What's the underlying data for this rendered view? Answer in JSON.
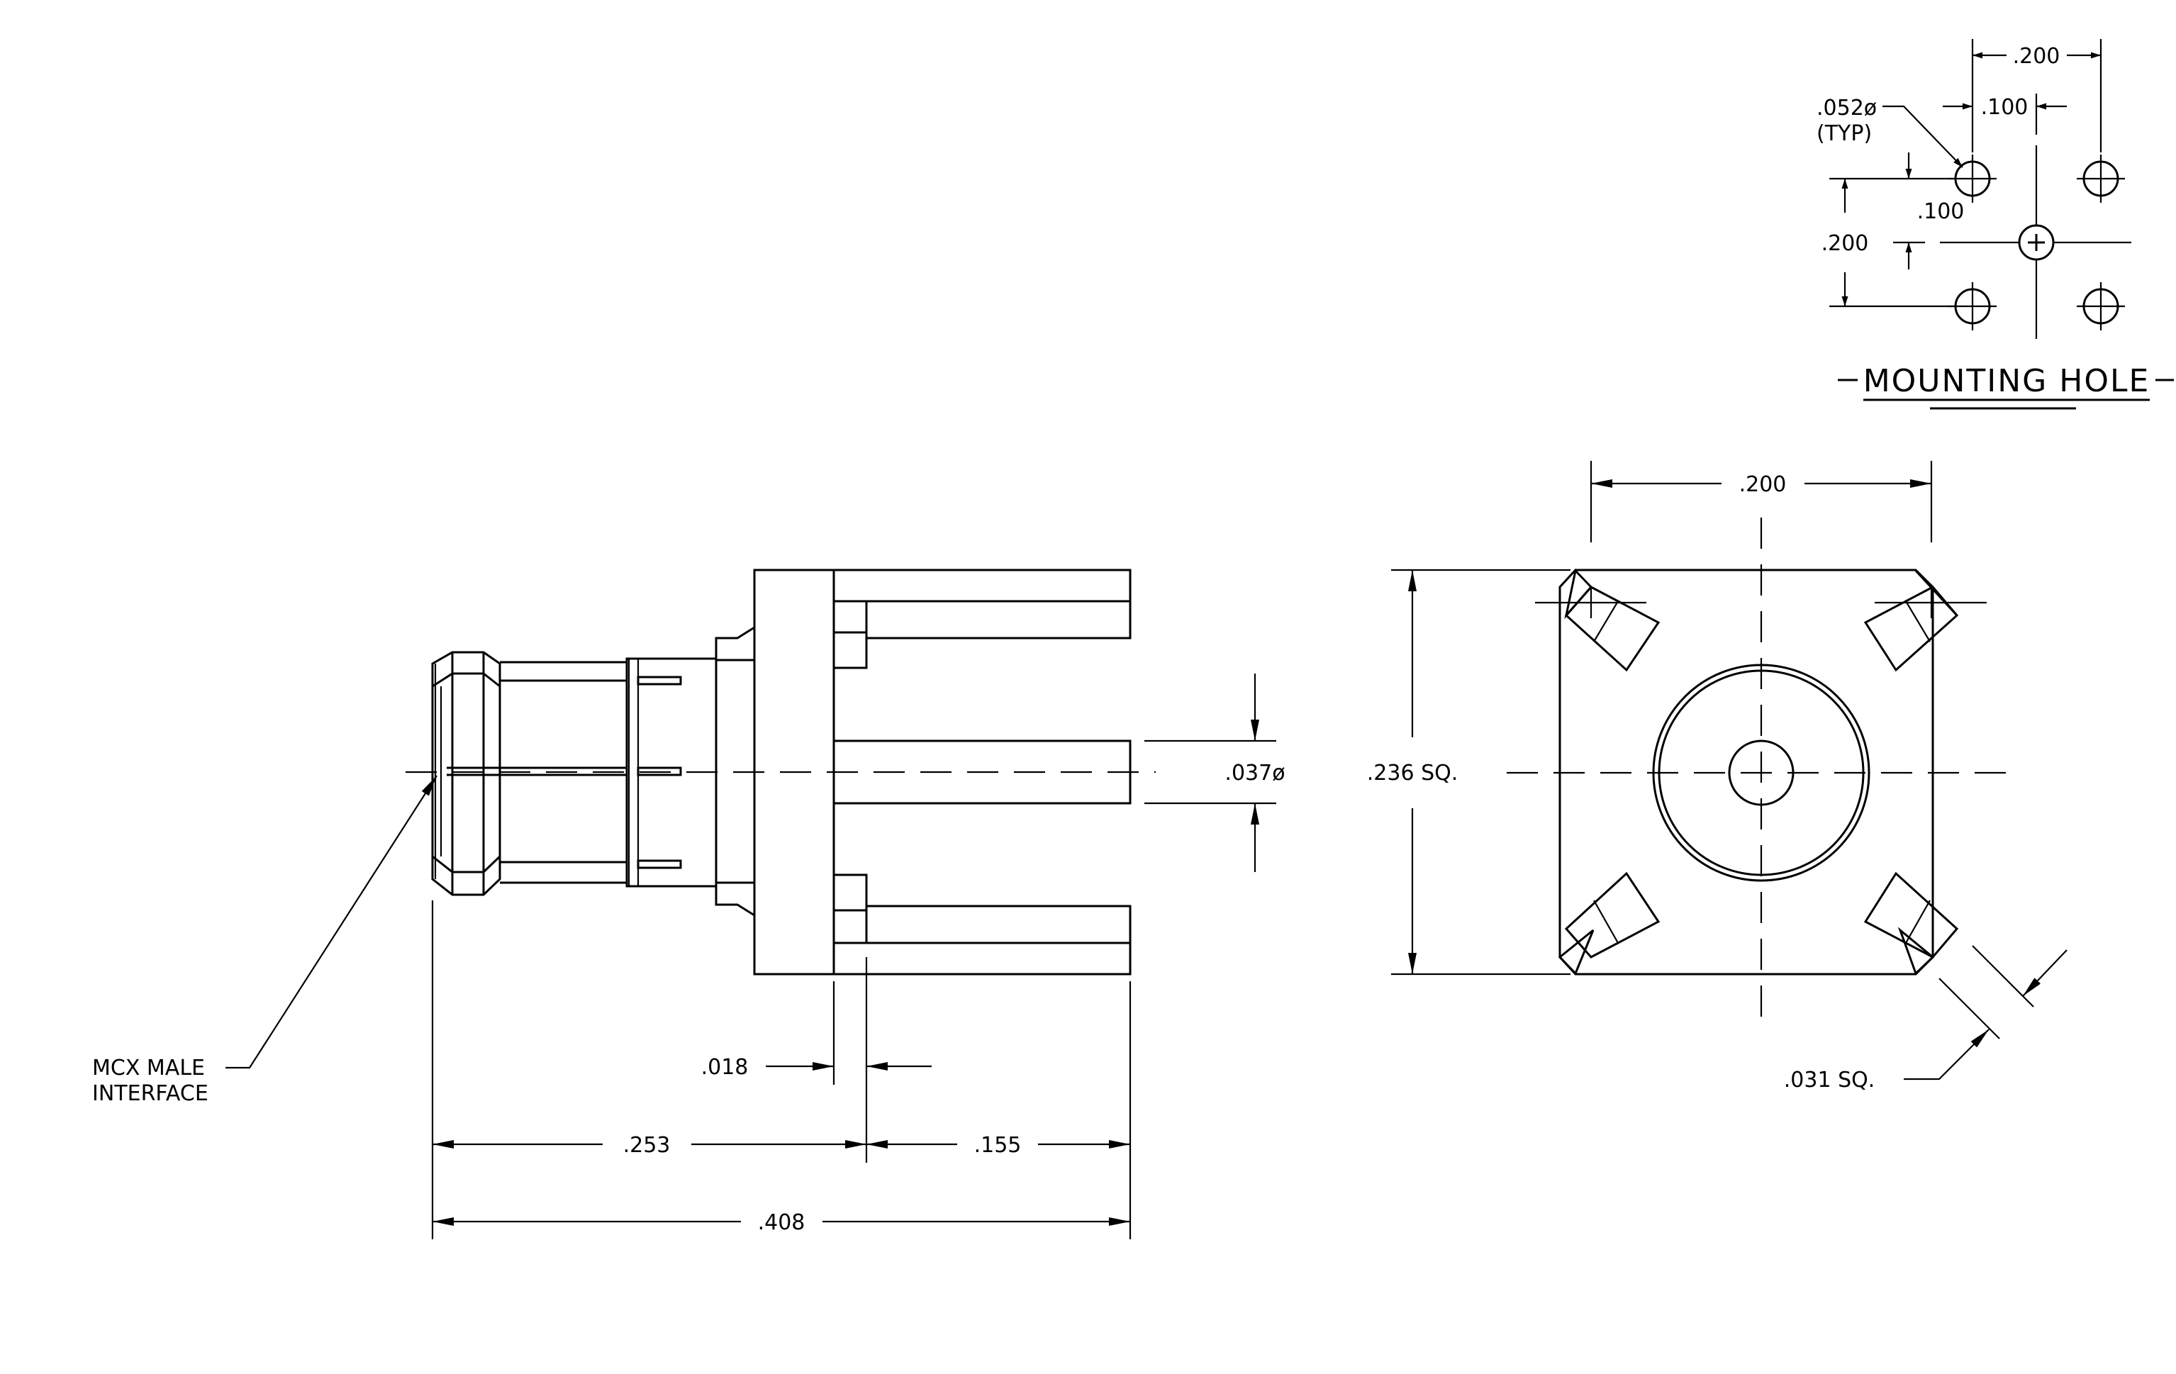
{
  "mounting_hole": {
    "title": "MOUNTING HOLE",
    "dim_top_200": ".200",
    "dim_top_100": ".100",
    "hole_dia": ".052ø",
    "hole_typ": "(TYP)",
    "dim_left_100": ".100",
    "dim_left_200": ".200"
  },
  "side_view": {
    "interface_line1": "MCX MALE",
    "interface_line2": "INTERFACE",
    "dim_018": ".018",
    "dim_253": ".253",
    "dim_155": ".155",
    "dim_408": ".408",
    "dim_pin_dia": ".037ø"
  },
  "end_view": {
    "dim_width": ".200",
    "dim_height": ".236 SQ.",
    "dim_leg": ".031 SQ."
  }
}
